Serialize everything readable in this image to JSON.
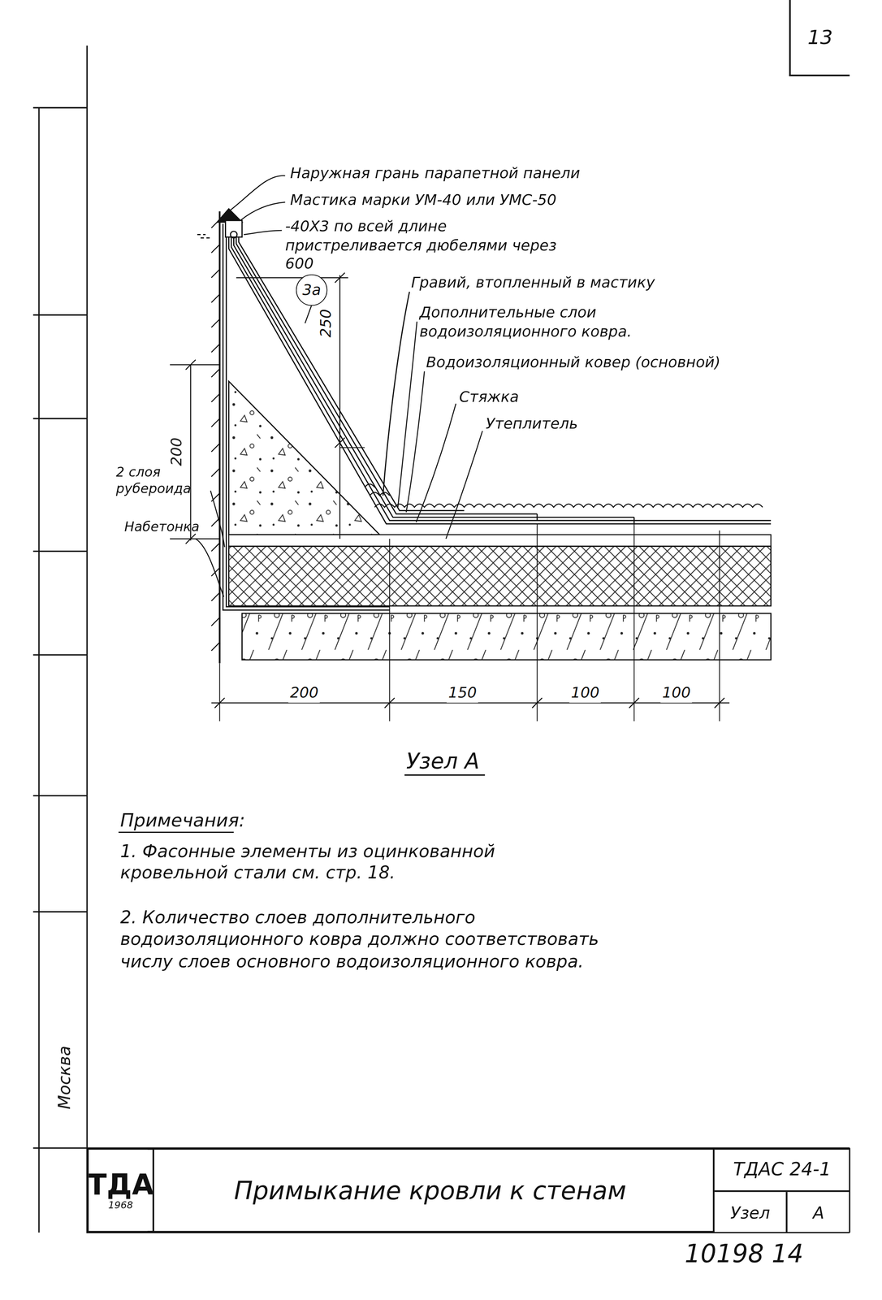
{
  "diagram": {
    "nodes": [
      {
        "text": [
          "13"
        ]
      },
      {
        "text": [
          "3а"
        ]
      },
      {
        "text": [
          "ТДА",
          "1968"
        ]
      },
      {
        "text": [
          "Примыкание кровли к стенам"
        ]
      },
      {
        "text": [
          "ТДАС 24-1"
        ]
      },
      {
        "text": [
          "Узел"
        ]
      },
      {
        "text": [
          "А"
        ]
      }
    ],
    "edges": [],
    "labels": [
      "Наружная грань парапетной панели",
      "Мастика марки УМ-40 или УМС-50",
      "-40Х3 по всей длине пристреливается дюбелями через 600",
      "Гравий, втопленный в мастику",
      "Дополнительные слои водоизоляционного ковра.",
      "Водоизоляционный ковер (основной)",
      "Стяжка",
      "Утеплитель",
      "250",
      "200",
      "2 слоя рубероида",
      "Набетонка",
      "200",
      "150",
      "100",
      "100",
      "Узел А",
      "Примечания:",
      "1. Фасонные элементы из оцинкованной кровельной стали см. стр. 18.",
      "2. Количество слоев дополнительного водоизоляционного ковра должно соответствовать числу слоев основного водоизоляционного ковра.",
      "Москва",
      "10198 14"
    ]
  }
}
